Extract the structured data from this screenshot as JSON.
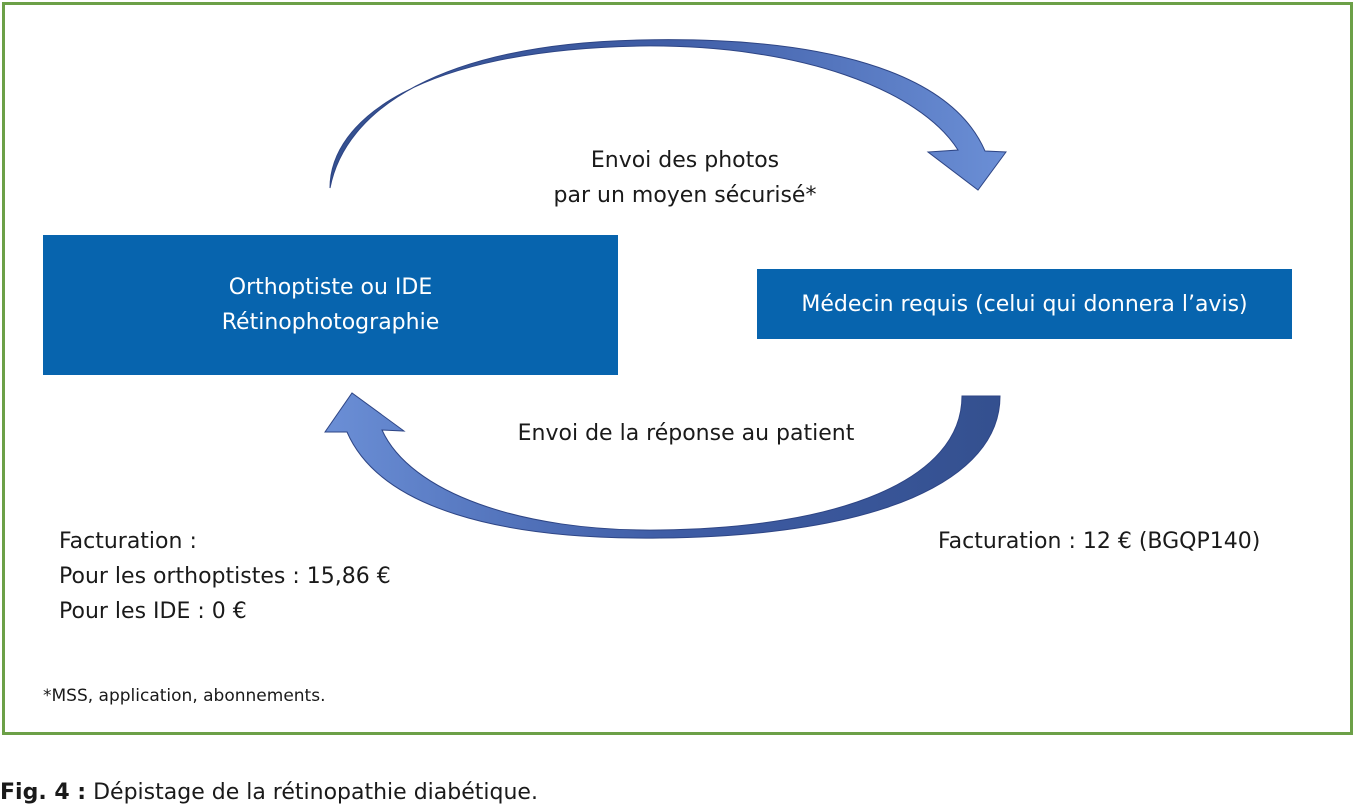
{
  "diagram": {
    "nodes": {
      "left": {
        "line1": "Orthoptiste ou IDE",
        "line2": "Rétinophotographie"
      },
      "right": {
        "label": "Médecin requis (celui qui donnera l’avis)"
      }
    },
    "edges": {
      "top": {
        "line1": "Envoi des photos",
        "line2": "par un moyen sécurisé*"
      },
      "bottom": {
        "label": "Envoi de la réponse au patient"
      }
    },
    "billing_left": {
      "line1": "Facturation :",
      "line2": "Pour les orthoptistes : 15,86 €",
      "line3": "Pour les IDE : 0 €"
    },
    "billing_right": "Facturation : 12 € (BGQP140)",
    "footnote": "*MSS, application, abonnements.",
    "colors": {
      "frame": "#6ca047",
      "node_fill": "#0764ae",
      "arrow_dark": "#2e4a8c",
      "arrow_light": "#6b8fd6"
    }
  },
  "caption": {
    "prefix": "Fig. 4 :",
    "text": "Dépistage de la rétinopathie diabétique."
  }
}
